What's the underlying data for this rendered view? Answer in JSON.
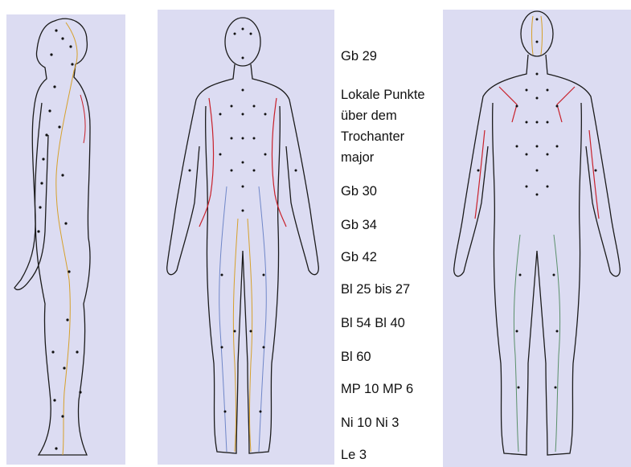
{
  "figures": [
    {
      "id": "side",
      "view": "side"
    },
    {
      "id": "front",
      "view": "front"
    },
    {
      "id": "back",
      "view": "back"
    }
  ],
  "colors": {
    "panel_bg": "#dcdcf2",
    "outline": "#1b1b1b",
    "point": "#111111",
    "meridian_red": "#c8202a",
    "meridian_orange": "#d6a02a",
    "meridian_blue": "#6f86c8",
    "meridian_green": "#5a8f6a"
  },
  "points_list": [
    "Gb 29",
    "Lokale Punkte",
    "über dem",
    "Trochanter",
    "major",
    "Gb 30",
    "Gb 34",
    "Gb 42",
    "Bl 25 bis 27",
    "Bl 54 Bl 40",
    "Bl 60",
    "MP 10  MP 6",
    "Ni 10 Ni 3",
    "Le 3"
  ]
}
